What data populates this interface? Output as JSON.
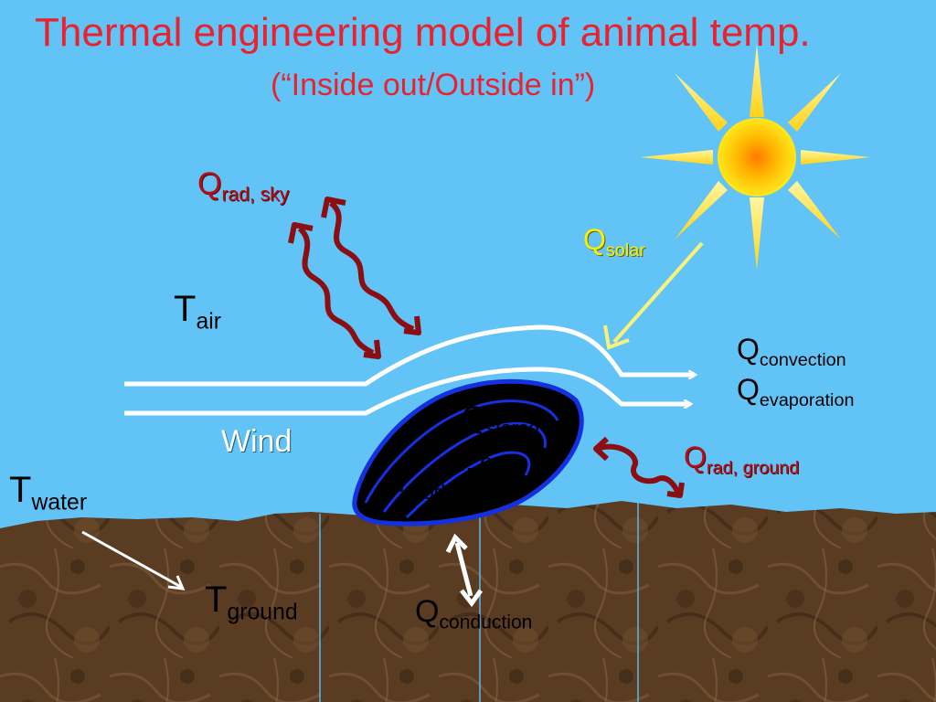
{
  "title": "Thermal engineering model of animal temp.",
  "subtitle": "(“Inside out/Outside in”)",
  "labels": {
    "q_rad_sky": {
      "main": "Q",
      "sub": "rad, sky"
    },
    "q_solar": {
      "main": "Q",
      "sub": "solar"
    },
    "t_air": {
      "main": "T",
      "sub": "air"
    },
    "q_convection": {
      "main": "Q",
      "sub": "convection"
    },
    "q_evaporation": {
      "main": "Q",
      "sub": "evaporation"
    },
    "wind": "Wind",
    "q_stored": {
      "main": "Q",
      "sub": "stored"
    },
    "mass_heat": {
      "main": "m, c",
      "sub": "p"
    },
    "t_body": {
      "main": "T",
      "sub": "body"
    },
    "q_rad_ground": {
      "main": "Q",
      "sub": "rad, ground"
    },
    "t_water": {
      "main": "T",
      "sub": "water"
    },
    "t_ground": {
      "main": "T",
      "sub": "ground"
    },
    "q_conduction": {
      "main": "Q",
      "sub": "conduction"
    }
  },
  "colors": {
    "sky": "#62c4f6",
    "title": "#e8222f",
    "radiation_arrow": "#8b0e12",
    "solar_arrow": "#f8f27a",
    "sun": "#ffd81a",
    "ground": "#5a3c22",
    "mussel_shell": "#000000",
    "mussel_outline": "#1530e0"
  }
}
